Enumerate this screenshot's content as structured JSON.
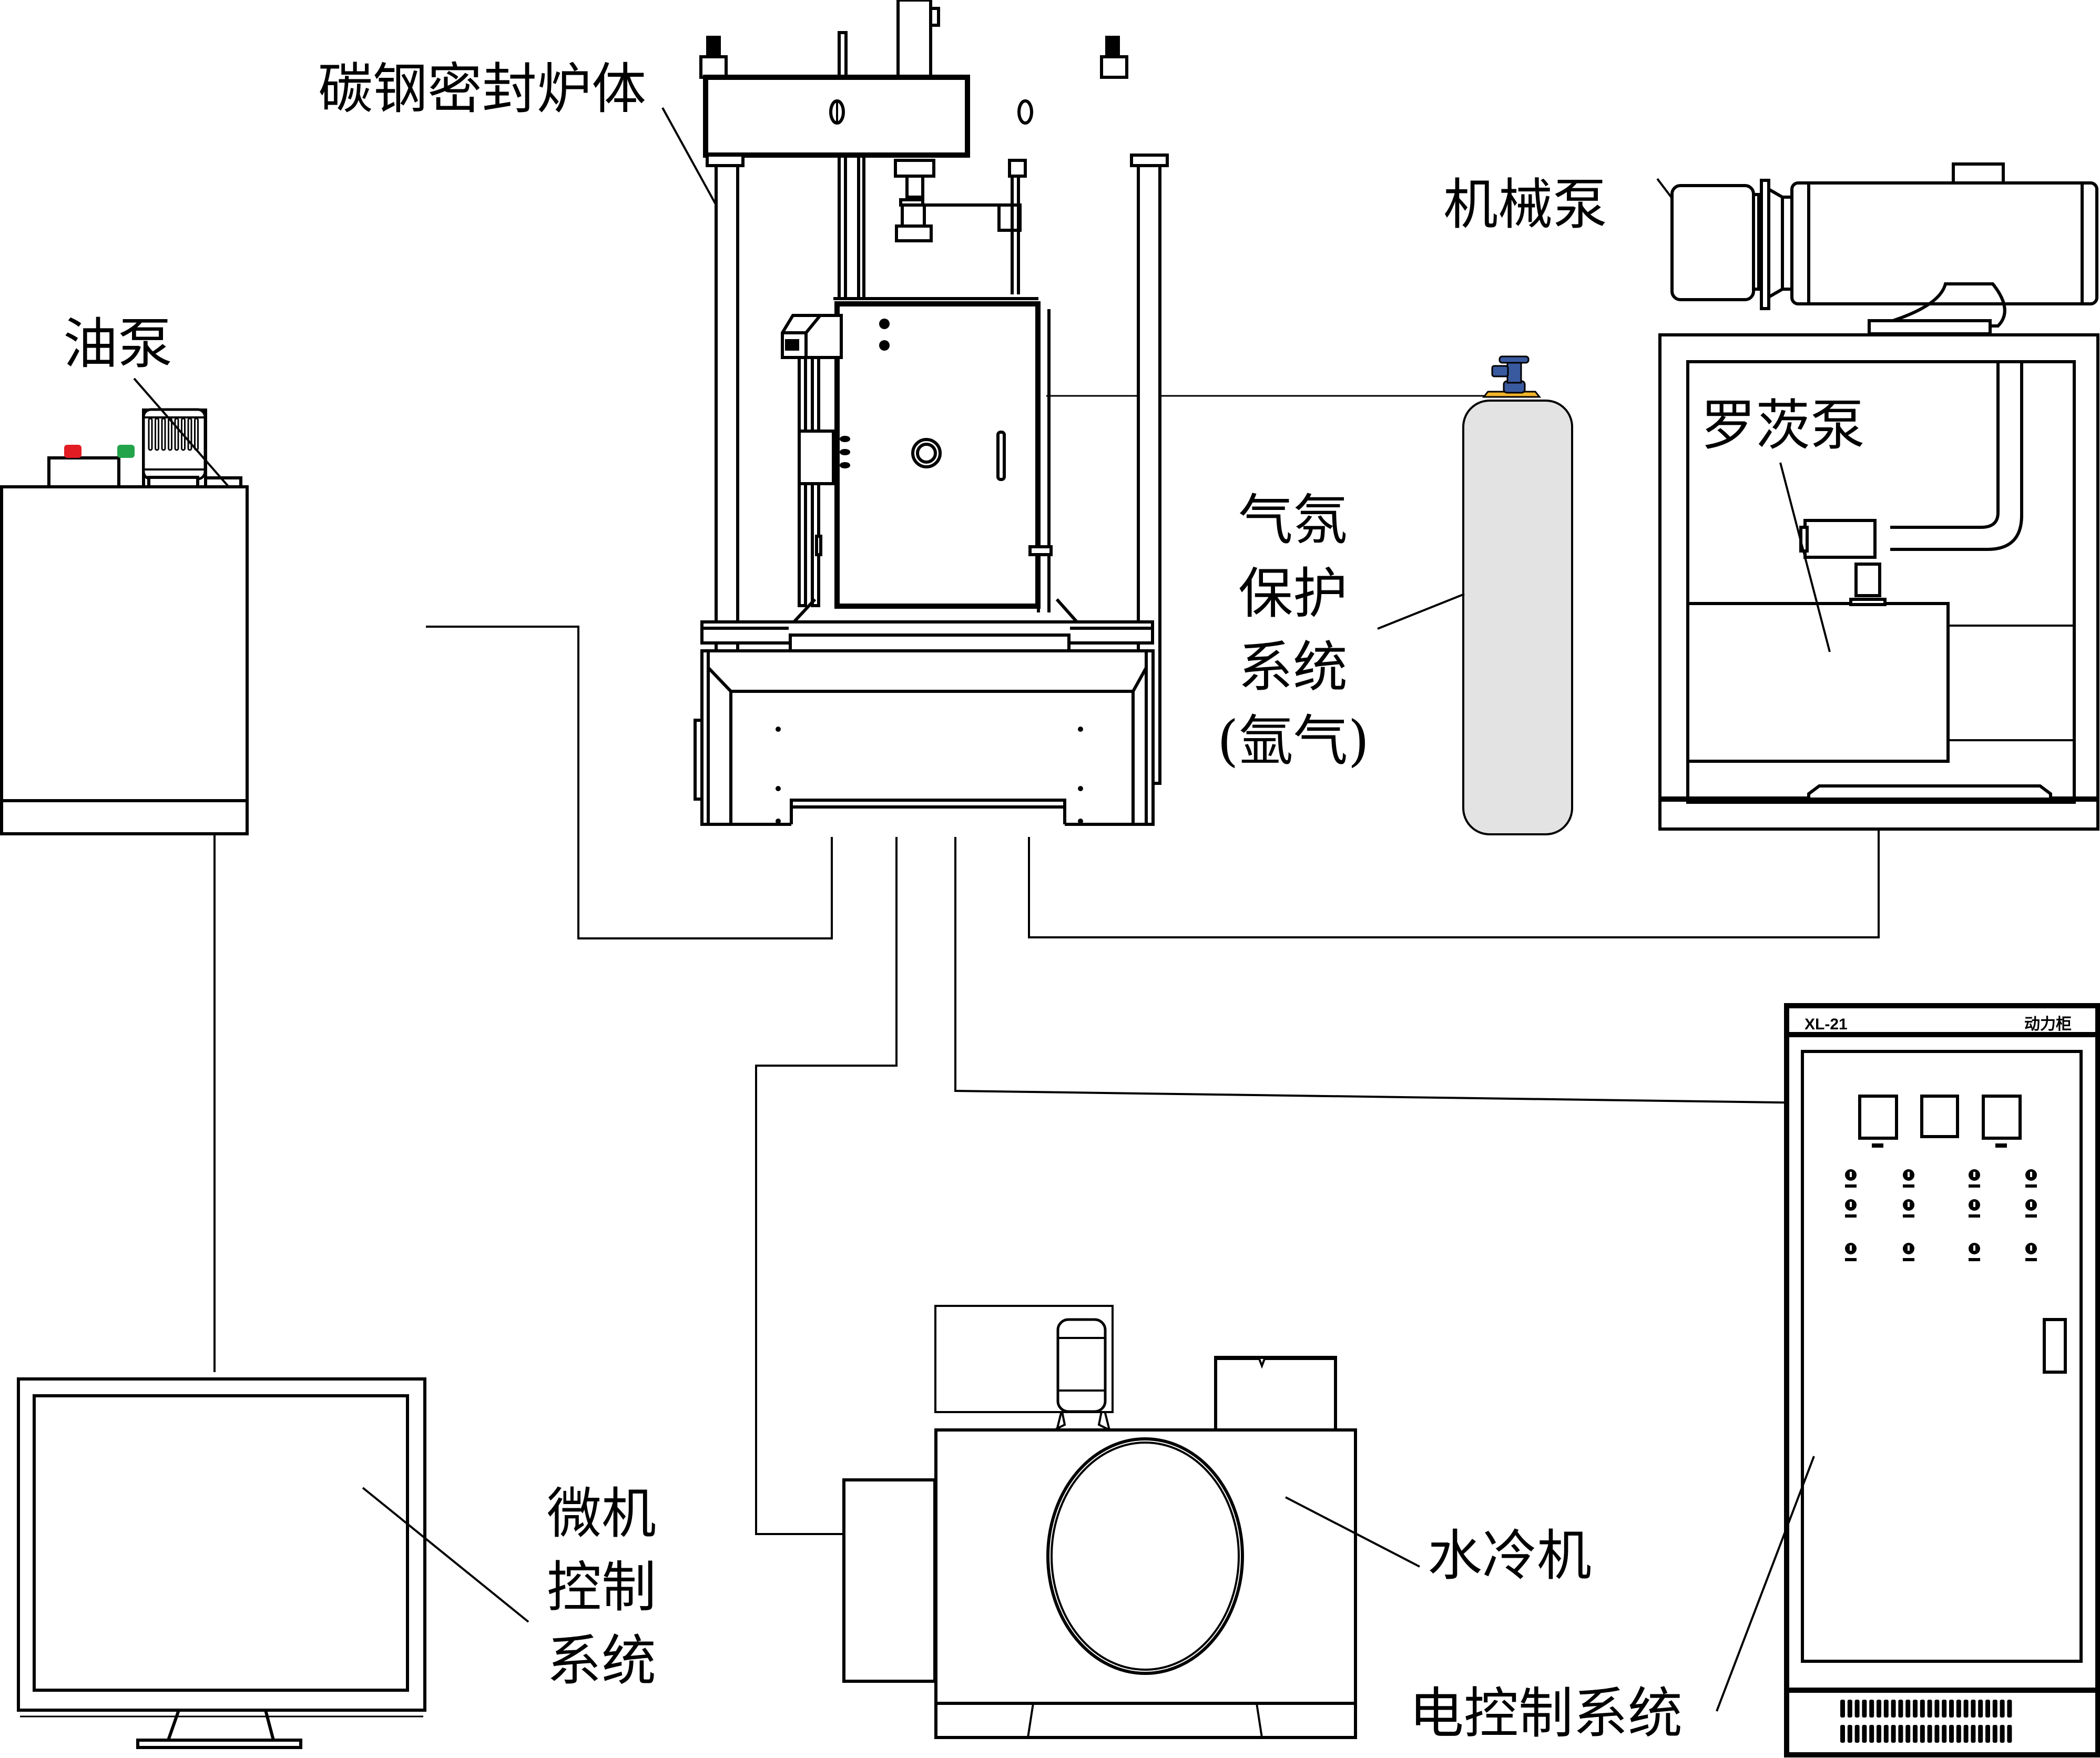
{
  "diagram": {
    "title": "Experimental apparatus schematic",
    "components": {
      "furnace": {
        "label": "碳钢密封炉体"
      },
      "oil_pump": {
        "label": "油泵"
      },
      "mechanical_pump": {
        "label": "机械泵"
      },
      "roots_pump": {
        "label": "罗茨泵"
      },
      "gas_protection": {
        "label_lines": [
          "气氛",
          "保护",
          "系统",
          "(氩气)"
        ]
      },
      "microcomputer": {
        "label_lines": [
          "微机",
          "控制",
          "系统"
        ]
      },
      "water_chiller": {
        "label": "水冷机"
      },
      "electric_control": {
        "label": "电控制系统"
      },
      "power_cabinet": {
        "model": "XL-21",
        "name": "动力柜"
      }
    },
    "colors": {
      "stop_button": "#e31b23",
      "start_button": "#23a44a",
      "cylinder_body": "#e3e3e3",
      "cylinder_valve": "#3a5a9f",
      "cylinder_collar": "#f2b52b",
      "line": "#000000",
      "background": "#ffffff"
    }
  }
}
